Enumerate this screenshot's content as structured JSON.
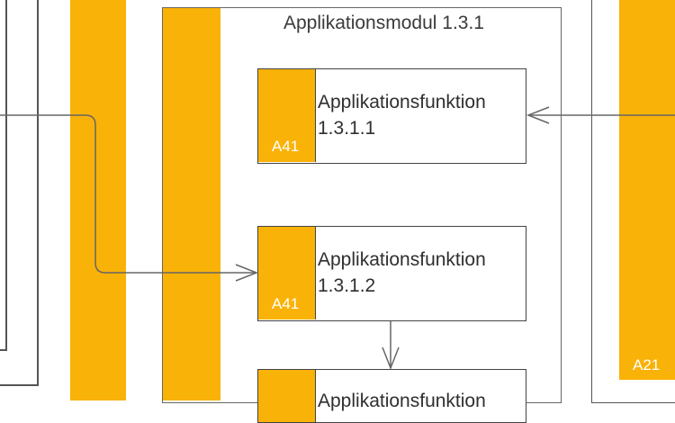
{
  "module": {
    "title": "Applikationsmodul 1.3.1"
  },
  "functions": [
    {
      "label": "Applikationsfunktion\n1.3.1.1",
      "code": "A41"
    },
    {
      "label": "Applikationsfunktion\n1.3.1.2",
      "code": "A41"
    },
    {
      "label": "Applikationsfunktion",
      "code": ""
    }
  ],
  "right_block": {
    "code": "A21"
  },
  "colors": {
    "accent": "#f9b208",
    "line": "#555555",
    "background": "#ffffff"
  }
}
